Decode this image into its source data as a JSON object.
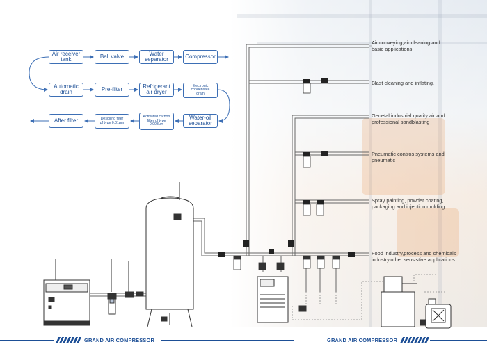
{
  "flow": {
    "row1": [
      "Air receiver\ntank",
      "Ball valve",
      "Water\nseparator",
      "Compressor"
    ],
    "row2": [
      "Automatic\ndrain",
      "Pre-filter",
      "Refrigerant\nair dryer",
      "Electronic\ncondensate\ndrain"
    ],
    "row3": [
      "After filter",
      "Desoiling filter\npf type 0.01μm",
      "Activated carbon\nfilter of type\n0.003μm",
      "Water-oil\nseparator"
    ]
  },
  "applications": [
    "Air conveying,air cleaning and\nbasic applications",
    "Blast cleaning and inflating.",
    "Genetal industrial quality air and\nprofessional sandblasting",
    "Pneumatic contros systems and\npneumatic",
    "Spray painting, powder coating,\npackaging and injection molding",
    "Food industry,process and chemicals\nindustry,other sensistive applications."
  ],
  "footer": {
    "brand_left": "GRAND AIR COMPRESSOR",
    "brand_right": "GRAND AIR COMPRESSOR"
  },
  "colors": {
    "brand": "#1d4f96",
    "pipe": "#555555",
    "valve": "#222222"
  }
}
